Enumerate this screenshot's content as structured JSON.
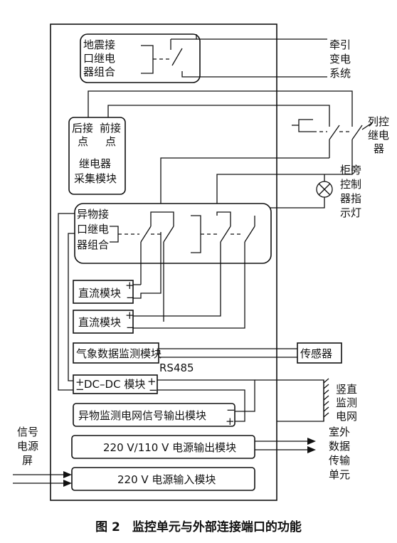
{
  "blocks": {
    "seismic": [
      "地震接",
      "口继电",
      "器组合"
    ],
    "traction": [
      "牵引",
      "变电",
      "系统"
    ],
    "relay_collect": {
      "rear": [
        "后接",
        "点"
      ],
      "front": [
        "前接",
        "点"
      ],
      "name": [
        "继电器",
        "采集模块"
      ]
    },
    "column_relay": [
      "列控",
      "继电",
      "器"
    ],
    "cabinet_lamp": [
      "柜旁",
      "控制",
      "器指",
      "示灯"
    ],
    "foreign_relay": [
      "异物接",
      "口继电",
      "器组合"
    ],
    "dc1": "直流模块",
    "dc2": "直流模块",
    "weather": "气象数据监测模块",
    "sensor": "传感器",
    "rs485": "RS485",
    "dcdc": "DC–DC 模块",
    "grid_out": "异物监测电网信号输出模块",
    "vertical_grid": [
      "竖直",
      "监测",
      "电网"
    ],
    "power_out": "220 V/110 V 电源输出模块",
    "power_in": "220 V 电源输入模块",
    "signal_power": [
      "信号",
      "电源",
      "屏"
    ],
    "outdoor": [
      "室外",
      "数据",
      "传输",
      "单元"
    ]
  },
  "caption": "图 2　监控单元与外部连接端口的功能"
}
